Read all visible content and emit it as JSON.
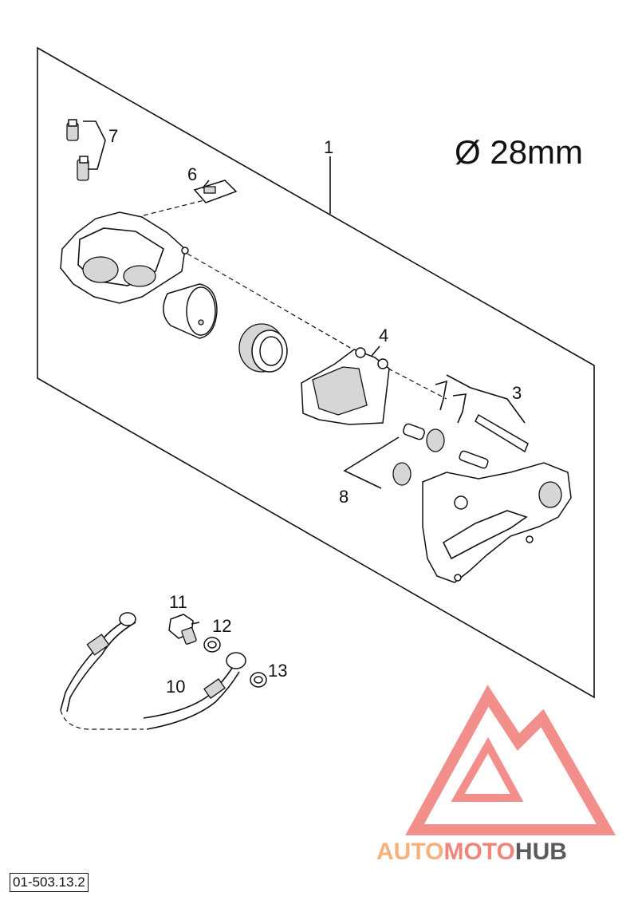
{
  "diagram": {
    "diameter_label": "Ø 28mm",
    "reference_code": "01-503.13.2",
    "callouts": [
      {
        "id": "c1",
        "label": "1"
      },
      {
        "id": "c3",
        "label": "3"
      },
      {
        "id": "c4",
        "label": "4"
      },
      {
        "id": "c6",
        "label": "6"
      },
      {
        "id": "c7",
        "label": "7"
      },
      {
        "id": "c8",
        "label": "8"
      },
      {
        "id": "c10",
        "label": "10"
      },
      {
        "id": "c11",
        "label": "11"
      },
      {
        "id": "c12",
        "label": "12"
      },
      {
        "id": "c13",
        "label": "13"
      }
    ]
  },
  "watermark": {
    "brand_part1": "AUTO",
    "brand_part2": "MOTO",
    "brand_part3": "HUB",
    "colors": {
      "auto": "#f6b27a",
      "moto": "#f0857c",
      "hub": "#5b5b5b",
      "triangle": "#ef6a63"
    }
  }
}
